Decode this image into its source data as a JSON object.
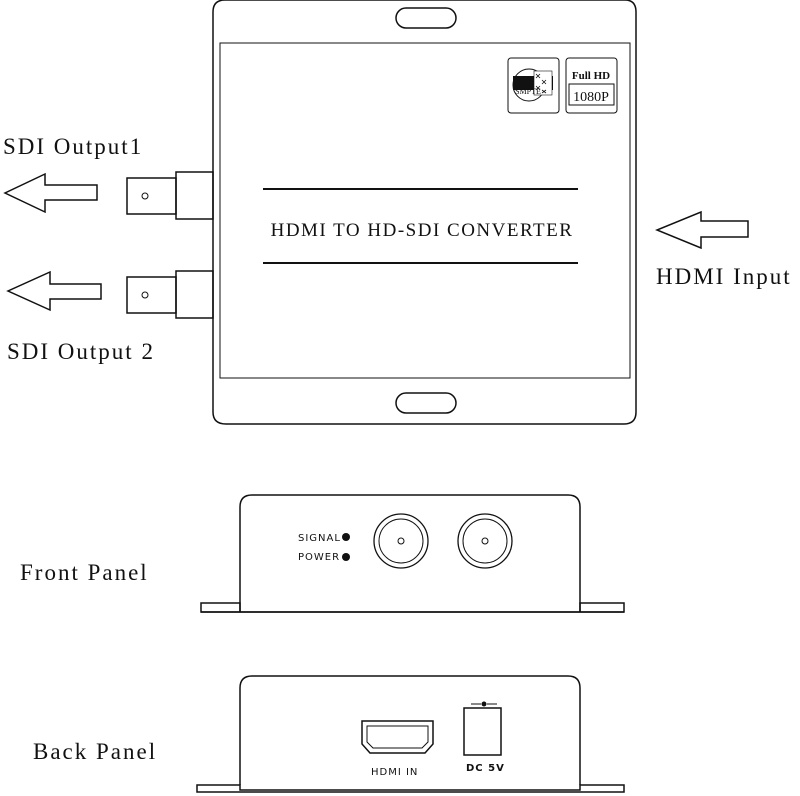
{
  "labels": {
    "sdi_output_1": "SDI Output1",
    "sdi_output_2": "SDI Output 2",
    "hdmi_input": "HDMI Input",
    "front_panel": "Front Panel",
    "back_panel": "Back Panel"
  },
  "device": {
    "title": "HDMI TO HD-SDI CONVERTER",
    "badge_smpte": "SMPTE",
    "badge_fullhd_line1": "Full HD",
    "badge_fullhd_line2": "1080P"
  },
  "front": {
    "signal": "SIGNAL",
    "power": "POWER"
  },
  "back": {
    "hdmi_in": "HDMI IN",
    "dc": "DC 5V"
  }
}
